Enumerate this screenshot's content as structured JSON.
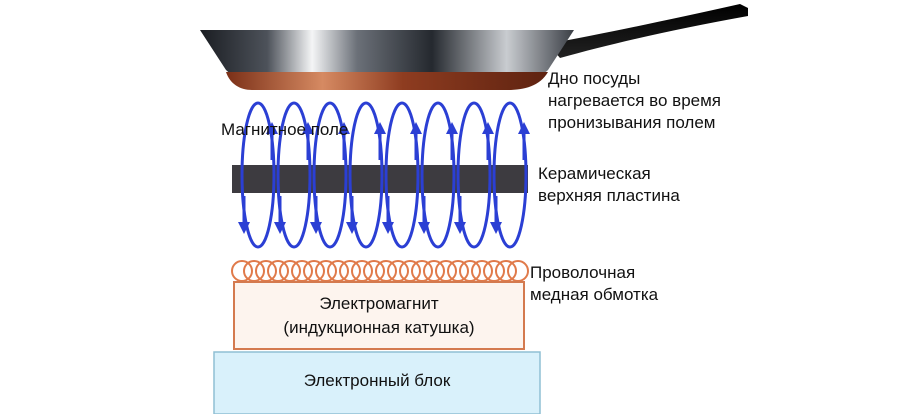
{
  "labels": {
    "pan_bottom": [
      "Дно посуды",
      "нагревается во время",
      "пронизывания полем"
    ],
    "magnetic_field": "Магнитное поле",
    "ceramic_plate": [
      "Керамическая",
      "верхняя пластина"
    ],
    "copper_winding": [
      "Проволочная",
      "медная обмотка"
    ],
    "electromagnet": [
      "Электромагнит",
      "(индукционная катушка)"
    ],
    "electronic_unit": "Электронный блок"
  },
  "colors": {
    "field_lines": "#2b3fd4",
    "copper": "#e07a4a",
    "ceramic": "#3d3b40",
    "electromagnet_fill": "#fdf4ee",
    "electronic_fill": "#d9f1fb",
    "electronic_border": "#8fbfd4"
  },
  "icons": [
    "frying-pan-icon",
    "magnetic-field-icon",
    "copper-coil-icon"
  ]
}
